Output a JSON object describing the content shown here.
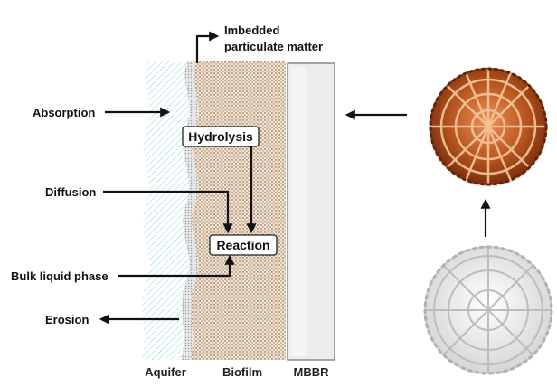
{
  "labels": {
    "imbedded_line1": "Imbedded",
    "imbedded_line2": "particulate matter",
    "absorption": "Absorption",
    "diffusion": "Diffusion",
    "bulk_liquid": "Bulk liquid phase",
    "erosion": "Erosion",
    "hydrolysis": "Hydrolysis",
    "reaction": "Reaction"
  },
  "columns": {
    "aquifer": "Aquifer",
    "biofilm": "Biofilm",
    "mbbr": "MBBR"
  },
  "colors": {
    "aquifer_hatch": "#8fd3e0",
    "particle_layer": "#c9c9c9",
    "biofilm_bg": "#f2e3cf",
    "biofilm_dots": "#6b4a3a",
    "mbbr_fill": "#ececec",
    "mbbr_border": "#8a8a8a",
    "carrier_brown": "#b8551f",
    "carrier_white": "#f4f4f4"
  }
}
